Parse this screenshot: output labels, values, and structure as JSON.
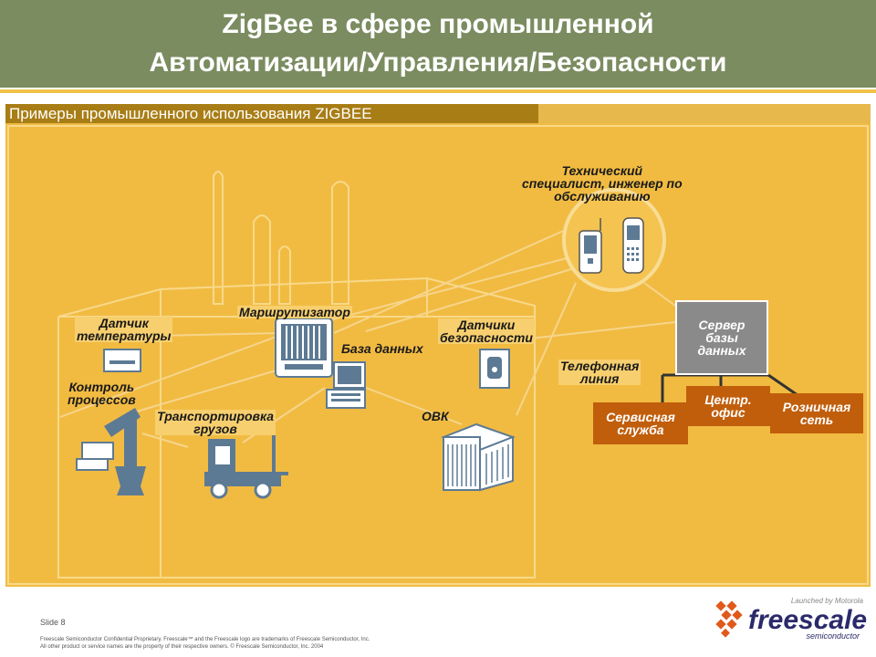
{
  "header": {
    "title_line1": "ZigBee в сфере промышленной",
    "title_line2": "Автоматизации/Управления/Безопасности",
    "subtitle": "Примеры промышленного использования ZIGBEE"
  },
  "diagram": {
    "tech_label": [
      "Технический",
      "специалист, инженер по",
      "обслуживанию"
    ],
    "router": "Маршрутизатор",
    "temp_sensor": [
      "Датчик",
      "температуры"
    ],
    "security_sensors": [
      "Датчики",
      "безопасности"
    ],
    "database": "База данных",
    "process_control": [
      "Контроль",
      "процессов"
    ],
    "transport": [
      "Транспортировка",
      "грузов"
    ],
    "hvac": "ОВК",
    "phone_line": [
      "Телефонная",
      "линия"
    ],
    "server": [
      "Сервер",
      "базы",
      "данных"
    ],
    "service": [
      "Сервисная",
      "служба"
    ],
    "central_office": [
      "Центр.",
      "офис"
    ],
    "retail": [
      "Розничная",
      "сеть"
    ]
  },
  "colors": {
    "title_bg": "#7b8c60",
    "panel_bg": "#f1bb42",
    "subtitle_bg": "#a87d15",
    "server_bg": "#8a8a8a",
    "orange_box": "#c15e0b",
    "logo_blue": "#2b2a6b",
    "logo_orange": "#e05a1c"
  },
  "footer": {
    "slide": "Slide 8",
    "legal_line1": "Freescale Semiconductor Confidential Proprietary. Freescale™ and the Freescale logo are trademarks of Freescale Semiconductor, Inc.",
    "legal_line2": "All other product or service names are the property of their respective owners. © Freescale Semiconductor, Inc. 2004",
    "logo_tagline": "Launched by Motorola",
    "logo_word": "freescale",
    "logo_sub": "semiconductor"
  }
}
